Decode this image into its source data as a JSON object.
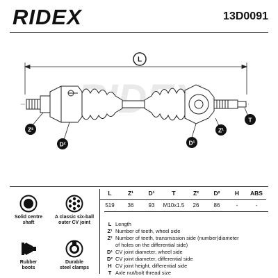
{
  "header": {
    "brand": "RIDEX",
    "part_number": "13D0091"
  },
  "drawing": {
    "labels": {
      "length": "L",
      "teeth_wheel": "Z¹",
      "teeth_trans": "Z²",
      "diam_wheel": "D¹",
      "diam_trans": "D²",
      "thread": "T"
    },
    "watermark": "RIDEX"
  },
  "table": {
    "headers": [
      "L",
      "Z¹",
      "D¹",
      "T",
      "Z²",
      "D²",
      "H",
      "ABS"
    ],
    "values": [
      "519",
      "36",
      "93",
      "M10x1.5",
      "26",
      "86",
      "-",
      "-"
    ]
  },
  "legend": [
    {
      "key": "L",
      "text": "Length"
    },
    {
      "key": "Z¹",
      "text": "Number of teeth, wheel side"
    },
    {
      "key": "Z²",
      "text": "Number of teeth, transmission side (number)diameter"
    },
    {
      "key": "",
      "text": "of holes on the differential side)"
    },
    {
      "key": "D¹",
      "text": "CV joint diameter, wheel side"
    },
    {
      "key": "D²",
      "text": "CV joint diameter, differential side"
    },
    {
      "key": "H",
      "text": "CV joint height, differential side"
    },
    {
      "key": "T",
      "text": "Axle nut/bolt thread size"
    }
  ],
  "features": [
    {
      "line1": "Solid centre",
      "line2": "shaft",
      "icon": "solid-shaft-icon"
    },
    {
      "line1": "A classic six-ball",
      "line2": "outer CV joint",
      "icon": "six-ball-joint-icon"
    },
    {
      "line1": "Rubber",
      "line2": "boots",
      "icon": "rubber-boot-icon"
    },
    {
      "line1": "Durable",
      "line2": "steel clamps",
      "icon": "steel-clamp-icon"
    }
  ]
}
